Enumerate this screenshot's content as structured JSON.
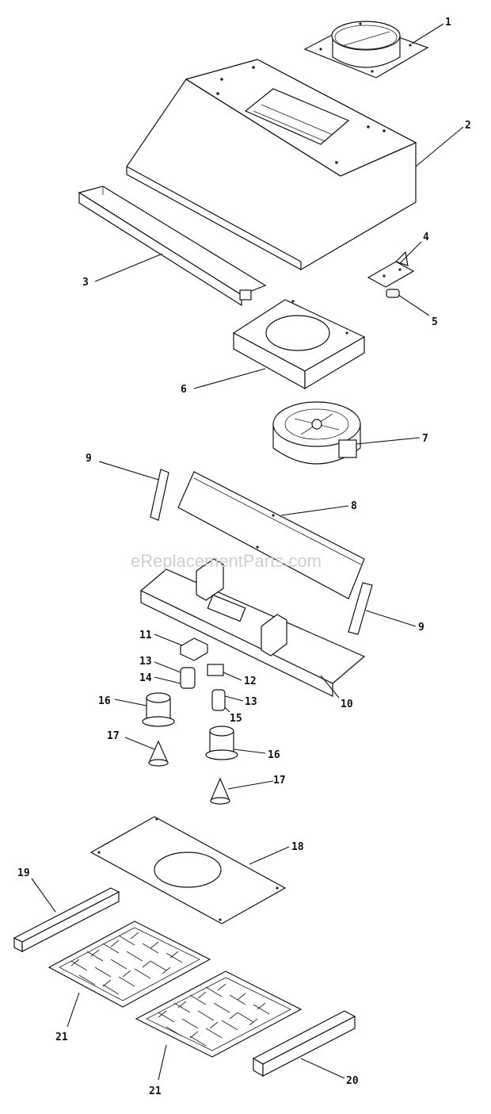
{
  "watermark": "eReplacementParts.com",
  "callouts": [
    {
      "id": "1",
      "label": "1"
    },
    {
      "id": "2",
      "label": "2"
    },
    {
      "id": "3",
      "label": "3"
    },
    {
      "id": "4",
      "label": "4"
    },
    {
      "id": "5",
      "label": "5"
    },
    {
      "id": "6",
      "label": "6"
    },
    {
      "id": "7",
      "label": "7"
    },
    {
      "id": "8",
      "label": "8"
    },
    {
      "id": "9a",
      "label": "9"
    },
    {
      "id": "9b",
      "label": "9"
    },
    {
      "id": "10",
      "label": "10"
    },
    {
      "id": "11",
      "label": "11"
    },
    {
      "id": "12",
      "label": "12"
    },
    {
      "id": "13a",
      "label": "13"
    },
    {
      "id": "13b",
      "label": "13"
    },
    {
      "id": "14",
      "label": "14"
    },
    {
      "id": "15",
      "label": "15"
    },
    {
      "id": "16a",
      "label": "16"
    },
    {
      "id": "16b",
      "label": "16"
    },
    {
      "id": "17a",
      "label": "17"
    },
    {
      "id": "17b",
      "label": "17"
    },
    {
      "id": "18",
      "label": "18"
    },
    {
      "id": "19",
      "label": "19"
    },
    {
      "id": "20",
      "label": "20"
    },
    {
      "id": "21a",
      "label": "21"
    },
    {
      "id": "21b",
      "label": "21"
    }
  ]
}
